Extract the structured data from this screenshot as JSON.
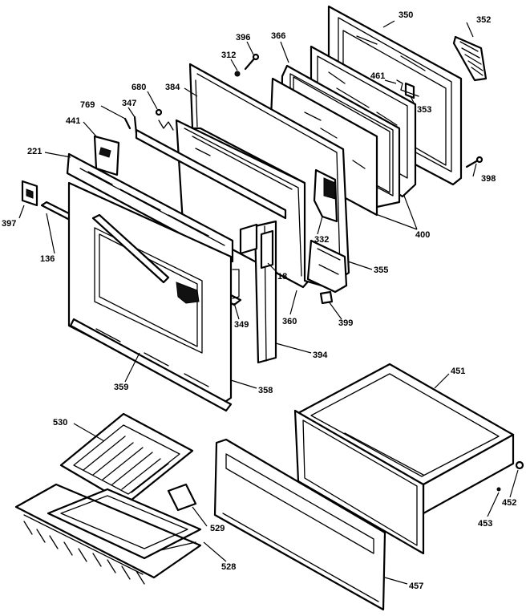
{
  "callouts": [
    {
      "id": "c350",
      "text": "350"
    },
    {
      "id": "c352",
      "text": "352"
    },
    {
      "id": "c396",
      "text": "396"
    },
    {
      "id": "c366",
      "text": "366"
    },
    {
      "id": "c312",
      "text": "312"
    },
    {
      "id": "c461",
      "text": "461"
    },
    {
      "id": "c680",
      "text": "680"
    },
    {
      "id": "c384",
      "text": "384"
    },
    {
      "id": "c353",
      "text": "353"
    },
    {
      "id": "c769",
      "text": "769"
    },
    {
      "id": "c347",
      "text": "347"
    },
    {
      "id": "c441",
      "text": "441"
    },
    {
      "id": "c221",
      "text": "221"
    },
    {
      "id": "c398",
      "text": "398"
    },
    {
      "id": "c397",
      "text": "397"
    },
    {
      "id": "c400",
      "text": "400"
    },
    {
      "id": "c332",
      "text": "332"
    },
    {
      "id": "c136",
      "text": "136"
    },
    {
      "id": "c355",
      "text": "355"
    },
    {
      "id": "c18",
      "text": "18"
    },
    {
      "id": "c360",
      "text": "360"
    },
    {
      "id": "c399",
      "text": "399"
    },
    {
      "id": "c349",
      "text": "349"
    },
    {
      "id": "c394",
      "text": "394"
    },
    {
      "id": "c451",
      "text": "451"
    },
    {
      "id": "c359",
      "text": "359"
    },
    {
      "id": "c358",
      "text": "358"
    },
    {
      "id": "c530",
      "text": "530"
    },
    {
      "id": "c452",
      "text": "452"
    },
    {
      "id": "c453",
      "text": "453"
    },
    {
      "id": "c529",
      "text": "529"
    },
    {
      "id": "c528",
      "text": "528"
    },
    {
      "id": "c457",
      "text": "457"
    }
  ]
}
